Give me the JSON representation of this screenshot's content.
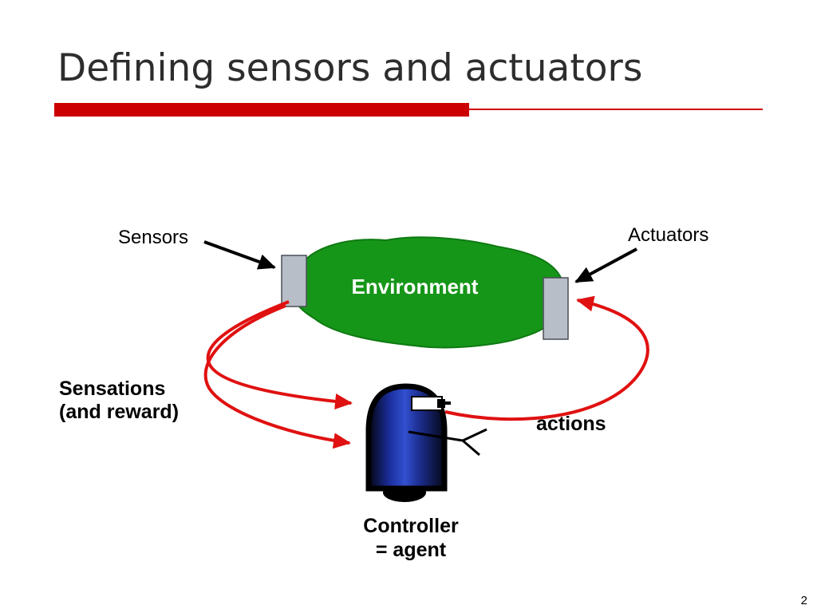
{
  "slide": {
    "title": "Defining sensors and actuators",
    "page_number": "2"
  },
  "diagram": {
    "environment": {
      "label": "Environment"
    },
    "sensors": {
      "label": "Sensors"
    },
    "actuators": {
      "label": "Actuators"
    },
    "sensations": {
      "line1": "Sensations",
      "line2": "(and reward)"
    },
    "actions": {
      "label": "actions"
    },
    "controller": {
      "line1": "Controller",
      "line2": "= agent"
    }
  },
  "colors": {
    "accent_red": "#cc0000",
    "arrow_red": "#e01111",
    "environment_green": "#169619",
    "controller_blue": "#2743b5",
    "connector_gray": "#b7bec8",
    "title_color": "#2d2d2d"
  }
}
